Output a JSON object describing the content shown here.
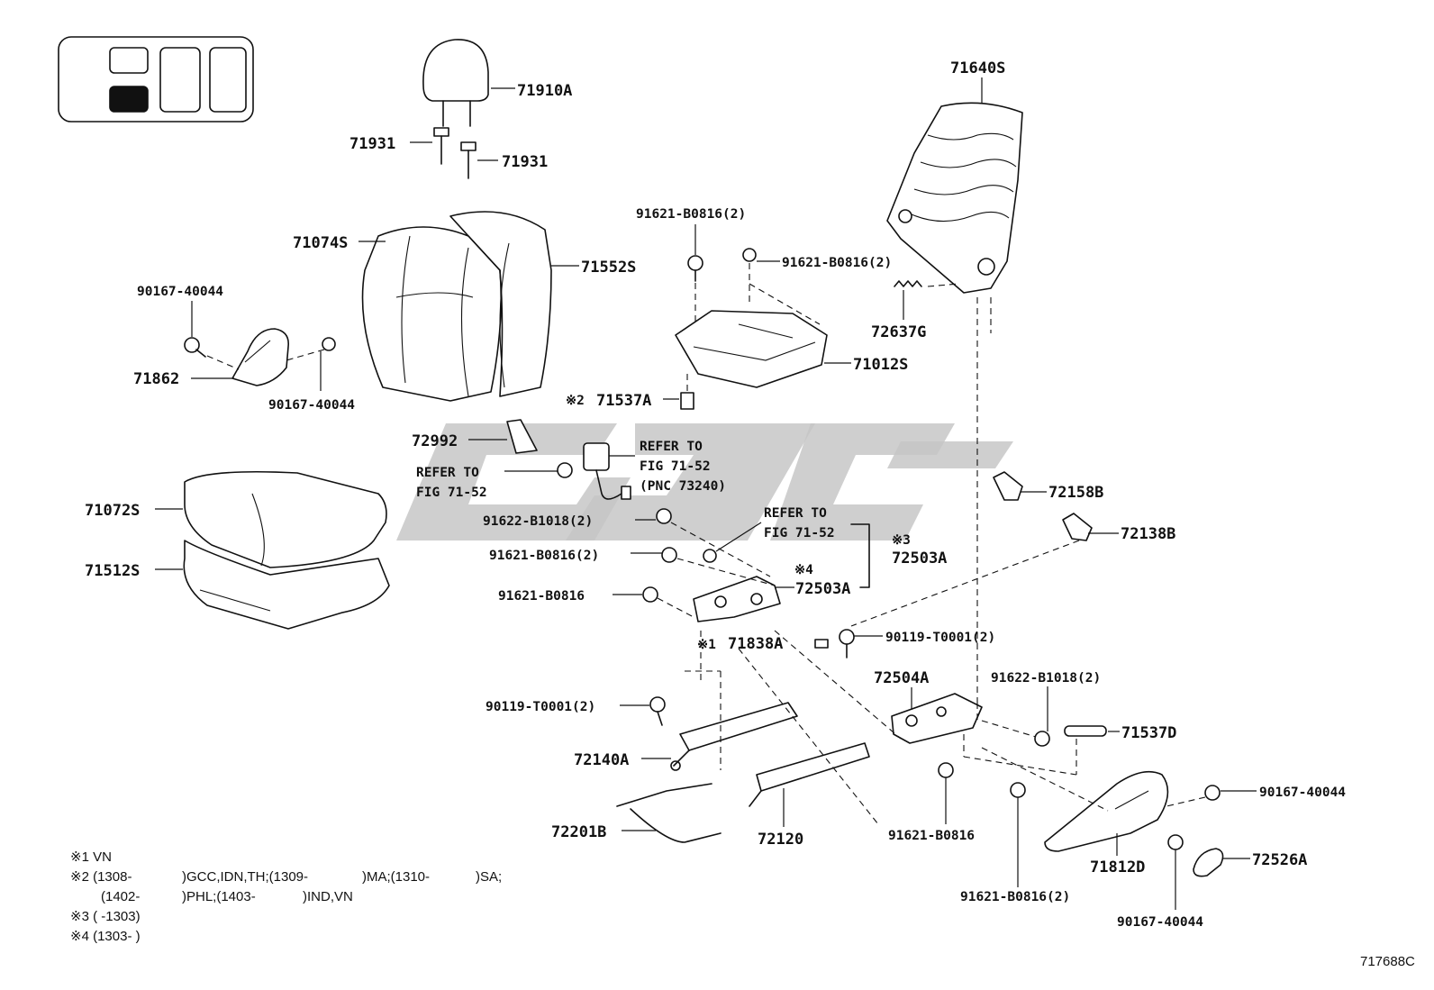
{
  "diagram_id": "717688C",
  "labels": {
    "p71910A": "71910A",
    "p71931a": "71931",
    "p71931b": "71931",
    "p71640S": "71640S",
    "p71074S": "71074S",
    "p71552S": "71552S",
    "p90167_top": "90167-40044",
    "p90167_mid": "90167-40044",
    "p71862": "71862",
    "p91621_top1": "91621-B0816(2)",
    "p91621_top2": "91621-B0816(2)",
    "p72637G": "72637G",
    "p71012S": "71012S",
    "p71537A": "71537A",
    "p72992": "72992",
    "p71072S": "71072S",
    "p71512S": "71512S",
    "p72158B": "72158B",
    "p72138B": "72138B",
    "p91622_a": "91622-B1018(2)",
    "p91621_b": "91621-B0816(2)",
    "p91621_c": "91621-B0816",
    "p72503A_1": "72503A",
    "p72503A_2": "72503A",
    "p71838A": "71838A",
    "p90119_a": "90119-T0001(2)",
    "p72504A": "72504A",
    "p91622_b": "91622-B1018(2)",
    "p90119_b": "90119-T0001(2)",
    "p71537D": "71537D",
    "p72140A": "72140A",
    "p90167_r1": "90167-40044",
    "p72201B": "72201B",
    "p72120": "72120",
    "p91621_d": "91621-B0816",
    "p71812D": "71812D",
    "p72526A": "72526A",
    "p91621_e": "91621-B0816(2)",
    "p90167_r2": "90167-40044"
  },
  "refer": {
    "r1_line1": "REFER TO",
    "r1_line2": "FIG 71-52",
    "r2_line1": "REFER TO",
    "r2_line2": "FIG 71-52",
    "r2_line3": "(PNC 73240)",
    "r3_line1": "REFER TO",
    "r3_line2": "FIG 71-52"
  },
  "marks": {
    "m2": "※2",
    "m3": "※3",
    "m4": "※4",
    "m1": "※1"
  },
  "notes": {
    "n1": "※1 VN",
    "n2a_mark": "※2 (1308-",
    "n2a_1": ")GCC,IDN,TH;(1309-",
    "n2a_2": ")MA;(1310-",
    "n2a_3": ")SA;",
    "n2b_1": "(1402-",
    "n2b_2": ")PHL;(1403-",
    "n2b_3": ")IND,VN",
    "n3": "※3 (      -1303)",
    "n4": "※4 (1303-      )"
  }
}
